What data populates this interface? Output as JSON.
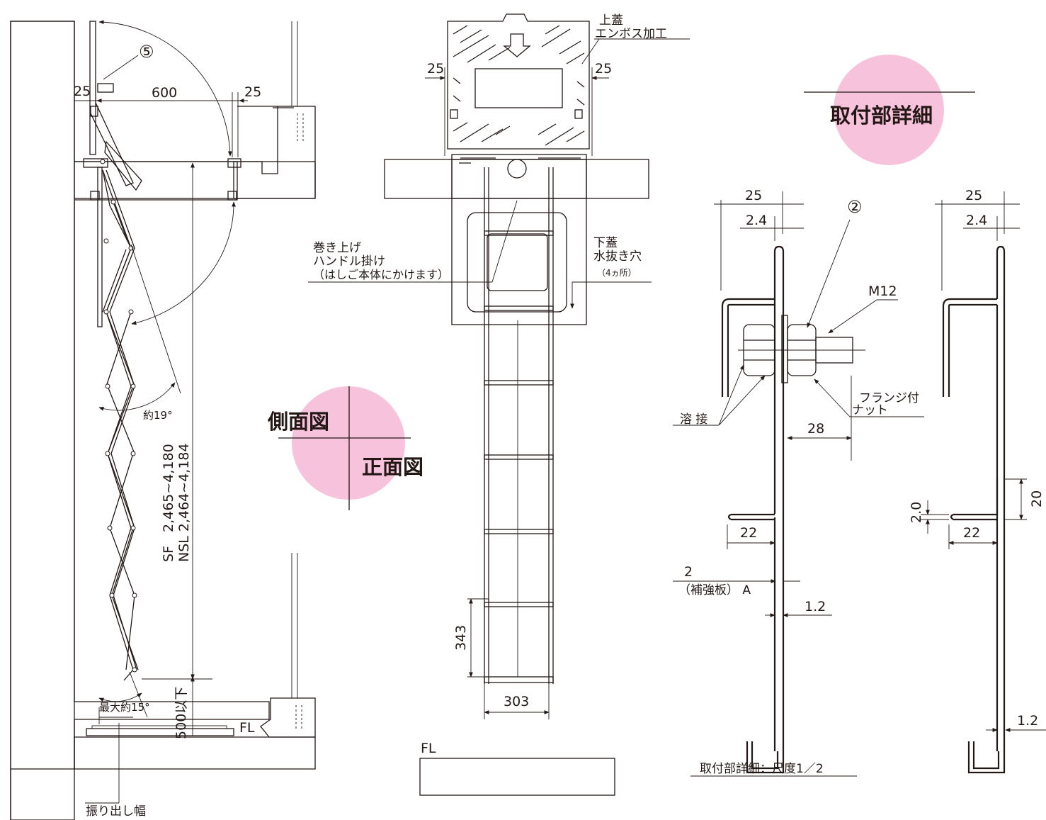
{
  "colors": {
    "line": "#231815",
    "highlight": "#f7c3dc",
    "background": "#ffffff"
  },
  "titles": {
    "side_view": "側面図",
    "front_view": "正面図",
    "detail": "取付部詳細",
    "detail_scale": "取付部詳細：尺度1／2"
  },
  "side": {
    "part_no": "⑤",
    "dim_25_left": "25",
    "dim_600": "600",
    "dim_25_right": "25",
    "angle_19": "約19°",
    "length_sf": "SF　2,465~4,180",
    "length_nsl": "NSL 2,464~4,184",
    "dim_500": "500以下",
    "angle_15": "最大約15°",
    "floor": "FL",
    "swing_width": "振り出し幅"
  },
  "front": {
    "top_lid_1": "上蓋",
    "top_lid_2": "エンボス加工",
    "dim_25_left": "25",
    "dim_25_right": "25",
    "hanger_1": "巻き上げ",
    "hanger_2": "ハンドル掛け",
    "hanger_3": "（はしご本体にかけます）",
    "bottom_lid_1": "下蓋",
    "bottom_lid_2": "水抜き穴",
    "bottom_lid_3": "（4ヵ所）",
    "dim_343": "343",
    "dim_303": "303",
    "floor": "FL"
  },
  "detail": {
    "dim_25_a": "25",
    "dim_24_a": "2.4",
    "part_no": "②",
    "bolt": "M12",
    "weld": "溶 接",
    "nut_1": "フランジ付",
    "nut_2": "ナット",
    "dim_28": "28",
    "dim_22_a": "22",
    "plate_2": "2",
    "plate_label": "（補強板） A",
    "dim_12_a": "1.2",
    "dim_25_b": "25",
    "dim_24_b": "2.4",
    "dim_20": "2.0",
    "dim_20b": "20",
    "dim_22_b": "22",
    "dim_12_b": "1.2"
  }
}
